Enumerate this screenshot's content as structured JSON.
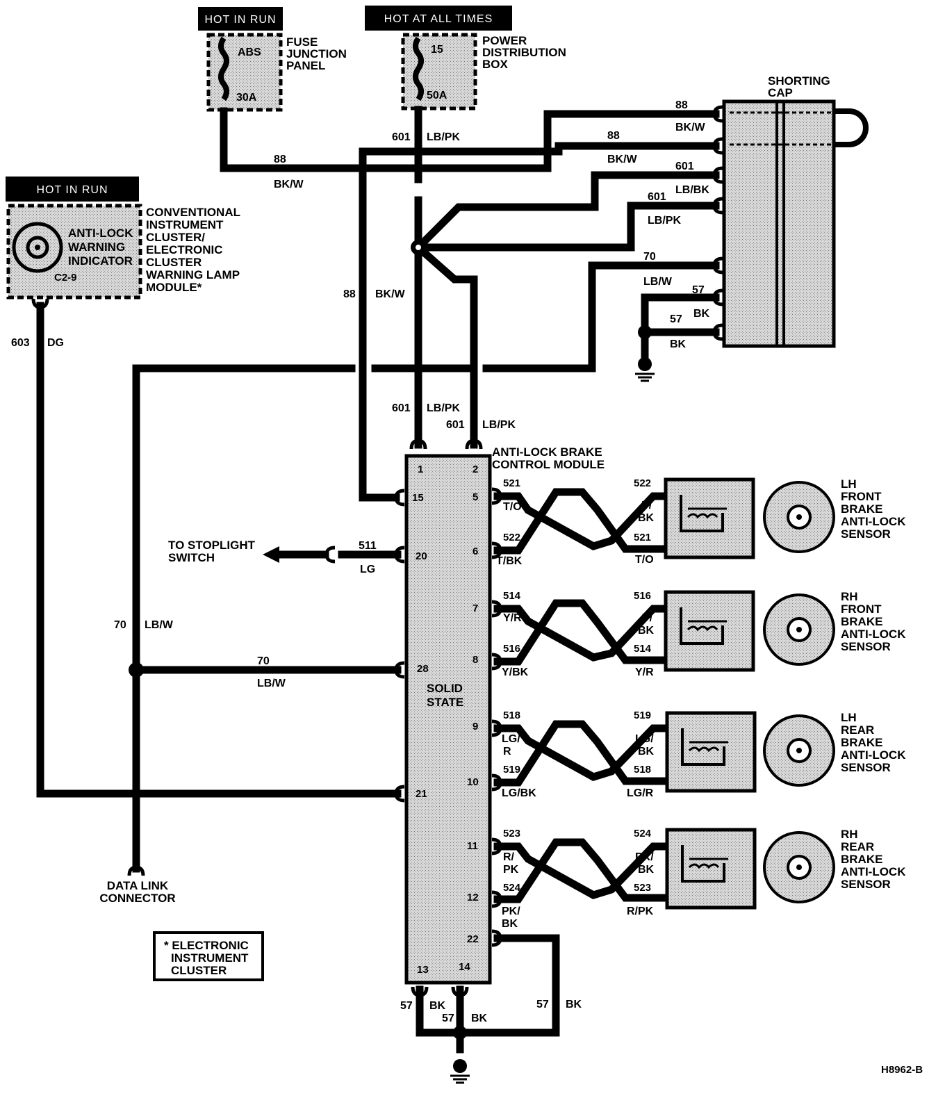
{
  "headers": {
    "fuse_panel_power": "HOT IN RUN",
    "pdb_power": "HOT AT ALL TIMES",
    "cluster_power": "HOT IN RUN"
  },
  "fuse_junction_panel": {
    "label_lines": [
      "FUSE",
      "JUNCTION",
      "PANEL"
    ],
    "fuse_name": "ABS",
    "fuse_rating": "30A"
  },
  "power_distribution_box": {
    "label_lines": [
      "POWER",
      "DISTRIBUTION",
      "BOX"
    ],
    "fuse_name": "15",
    "fuse_rating": "50A"
  },
  "shorting_cap": {
    "label_lines": [
      "SHORTING",
      "CAP"
    ]
  },
  "cluster": {
    "label_lines": [
      "CONVENTIONAL",
      "INSTRUMENT",
      "CLUSTER/",
      "ELECTRONIC",
      "CLUSTER",
      "WARNING LAMP",
      "MODULE*"
    ],
    "indicator_lines": [
      "ANTI-LOCK",
      "WARNING",
      "INDICATOR"
    ],
    "pin": "C2-9"
  },
  "abs_module": {
    "label_lines": [
      "ANTI-LOCK BRAKE",
      "CONTROL MODULE"
    ],
    "solid_state_lines": [
      "SOLID",
      "STATE"
    ],
    "pins_left": [
      "1",
      "15",
      "20",
      "28",
      "21",
      "13"
    ],
    "pins_right": [
      "2",
      "5",
      "6",
      "7",
      "8",
      "9",
      "10",
      "11",
      "12",
      "22",
      "14"
    ]
  },
  "wires": {
    "w88_top": {
      "circuit": "88",
      "color": "BK/W"
    },
    "w601_pdb": {
      "circuit": "601",
      "color": "LB/PK"
    },
    "cap_88a": {
      "circuit": "88",
      "color": "BK/W"
    },
    "cap_88b": {
      "circuit": "88",
      "color": "BK/W"
    },
    "cap_601a": {
      "circuit": "601",
      "color": "LB/BK"
    },
    "cap_601b": {
      "circuit": "601",
      "color": "LB/PK"
    },
    "cap_70": {
      "circuit": "70",
      "color": "LB/W"
    },
    "cap_57a": {
      "circuit": "57",
      "color": "BK"
    },
    "cap_57b": {
      "circuit": "57",
      "color": "BK"
    },
    "w88_vert": {
      "circuit": "88",
      "color": "BK/W"
    },
    "w603": {
      "circuit": "603",
      "color": "DG"
    },
    "w601_m1": {
      "circuit": "601",
      "color": "LB/PK"
    },
    "w601_m2": {
      "circuit": "601",
      "color": "LB/PK"
    },
    "w511": {
      "circuit": "511",
      "color": "LG"
    },
    "w70_vert": {
      "circuit": "70",
      "color": "LB/W"
    },
    "w70_horiz": {
      "circuit": "70",
      "color": "LB/W"
    },
    "w57_m13": {
      "circuit": "57",
      "color": "BK"
    },
    "w57_m14": {
      "circuit": "57",
      "color": "BK"
    },
    "w57_m22": {
      "circuit": "57",
      "color": "BK"
    }
  },
  "stoplight": {
    "label_lines": [
      "TO STOPLIGHT",
      "SWITCH"
    ]
  },
  "data_link": {
    "label_lines": [
      "DATA LINK",
      "CONNECTOR"
    ]
  },
  "footnote": {
    "label_lines": [
      "* ELECTRONIC",
      "INSTRUMENT",
      "CLUSTER"
    ]
  },
  "sensors": [
    {
      "name_lines": [
        "LH",
        "FRONT",
        "BRAKE",
        "ANTI-LOCK",
        "SENSOR"
      ],
      "pin_top": "5",
      "pin_bot": "6",
      "left_top_num": "521",
      "left_top_col": [
        "T/O"
      ],
      "left_bot_num": "522",
      "left_bot_col": [
        "T/BK"
      ],
      "right_top_num": "522",
      "right_top_col": [
        "T/",
        "BK"
      ],
      "right_bot_num": "521",
      "right_bot_col": [
        "T/O"
      ]
    },
    {
      "name_lines": [
        "RH",
        "FRONT",
        "BRAKE",
        "ANTI-LOCK",
        "SENSOR"
      ],
      "pin_top": "7",
      "pin_bot": "8",
      "left_top_num": "514",
      "left_top_col": [
        "Y/R"
      ],
      "left_bot_num": "516",
      "left_bot_col": [
        "Y/BK"
      ],
      "right_top_num": "516",
      "right_top_col": [
        "Y/",
        "BK"
      ],
      "right_bot_num": "514",
      "right_bot_col": [
        "Y/R"
      ]
    },
    {
      "name_lines": [
        "LH",
        "REAR",
        "BRAKE",
        "ANTI-LOCK",
        "SENSOR"
      ],
      "pin_top": "9",
      "pin_bot": "10",
      "left_top_num": "518",
      "left_top_col": [
        "LG/",
        "R"
      ],
      "left_bot_num": "519",
      "left_bot_col": [
        "LG/BK"
      ],
      "right_top_num": "519",
      "right_top_col": [
        "LG/",
        "BK"
      ],
      "right_bot_num": "518",
      "right_bot_col": [
        "LG/R"
      ]
    },
    {
      "name_lines": [
        "RH",
        "REAR",
        "BRAKE",
        "ANTI-LOCK",
        "SENSOR"
      ],
      "pin_top": "11",
      "pin_bot": "12",
      "left_top_num": "523",
      "left_top_col": [
        "R/",
        "PK"
      ],
      "left_bot_num": "524",
      "left_bot_col": [
        "PK/",
        "BK"
      ],
      "right_top_num": "524",
      "right_top_col": [
        "PK/",
        "BK"
      ],
      "right_bot_num": "523",
      "right_bot_col": [
        "R/PK"
      ]
    }
  ],
  "figure_id": "H8962-B"
}
